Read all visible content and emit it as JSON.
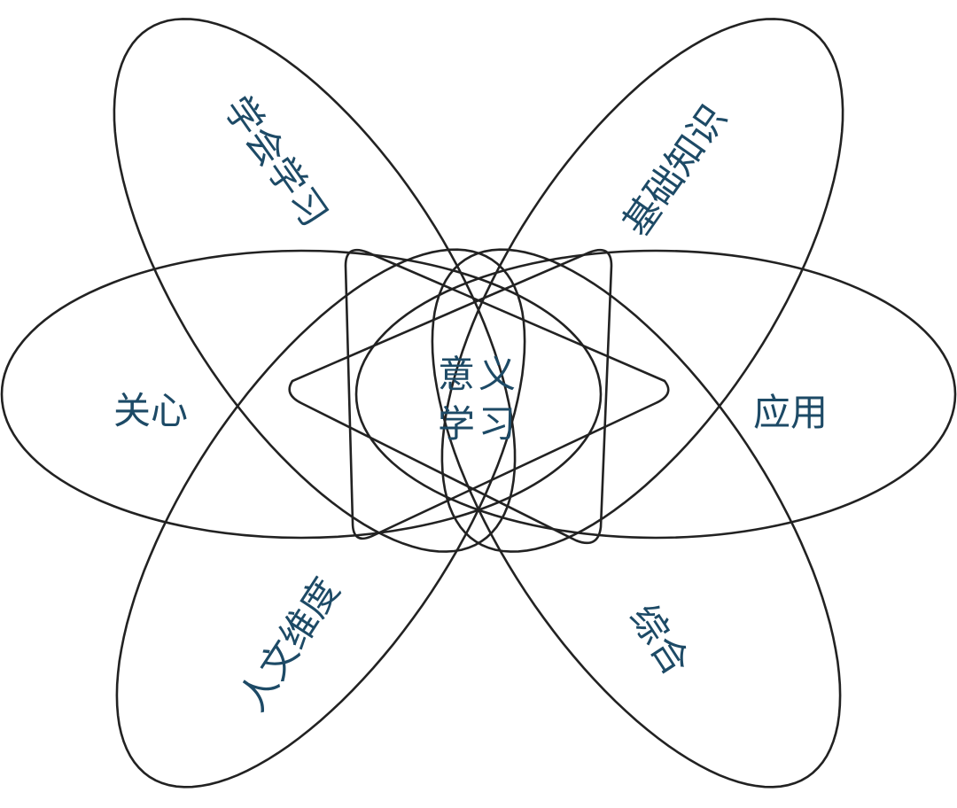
{
  "center": {
    "line1": "意义",
    "line2": "学习"
  },
  "petals": {
    "learning_how_to_learn": "学会学习",
    "foundational_knowledge": "基础知识",
    "caring": "关心",
    "application": "应用",
    "human_dimension": "人文维度",
    "integration": "综合"
  },
  "colors": {
    "text": "#1d4a66",
    "stroke": "#222222"
  }
}
